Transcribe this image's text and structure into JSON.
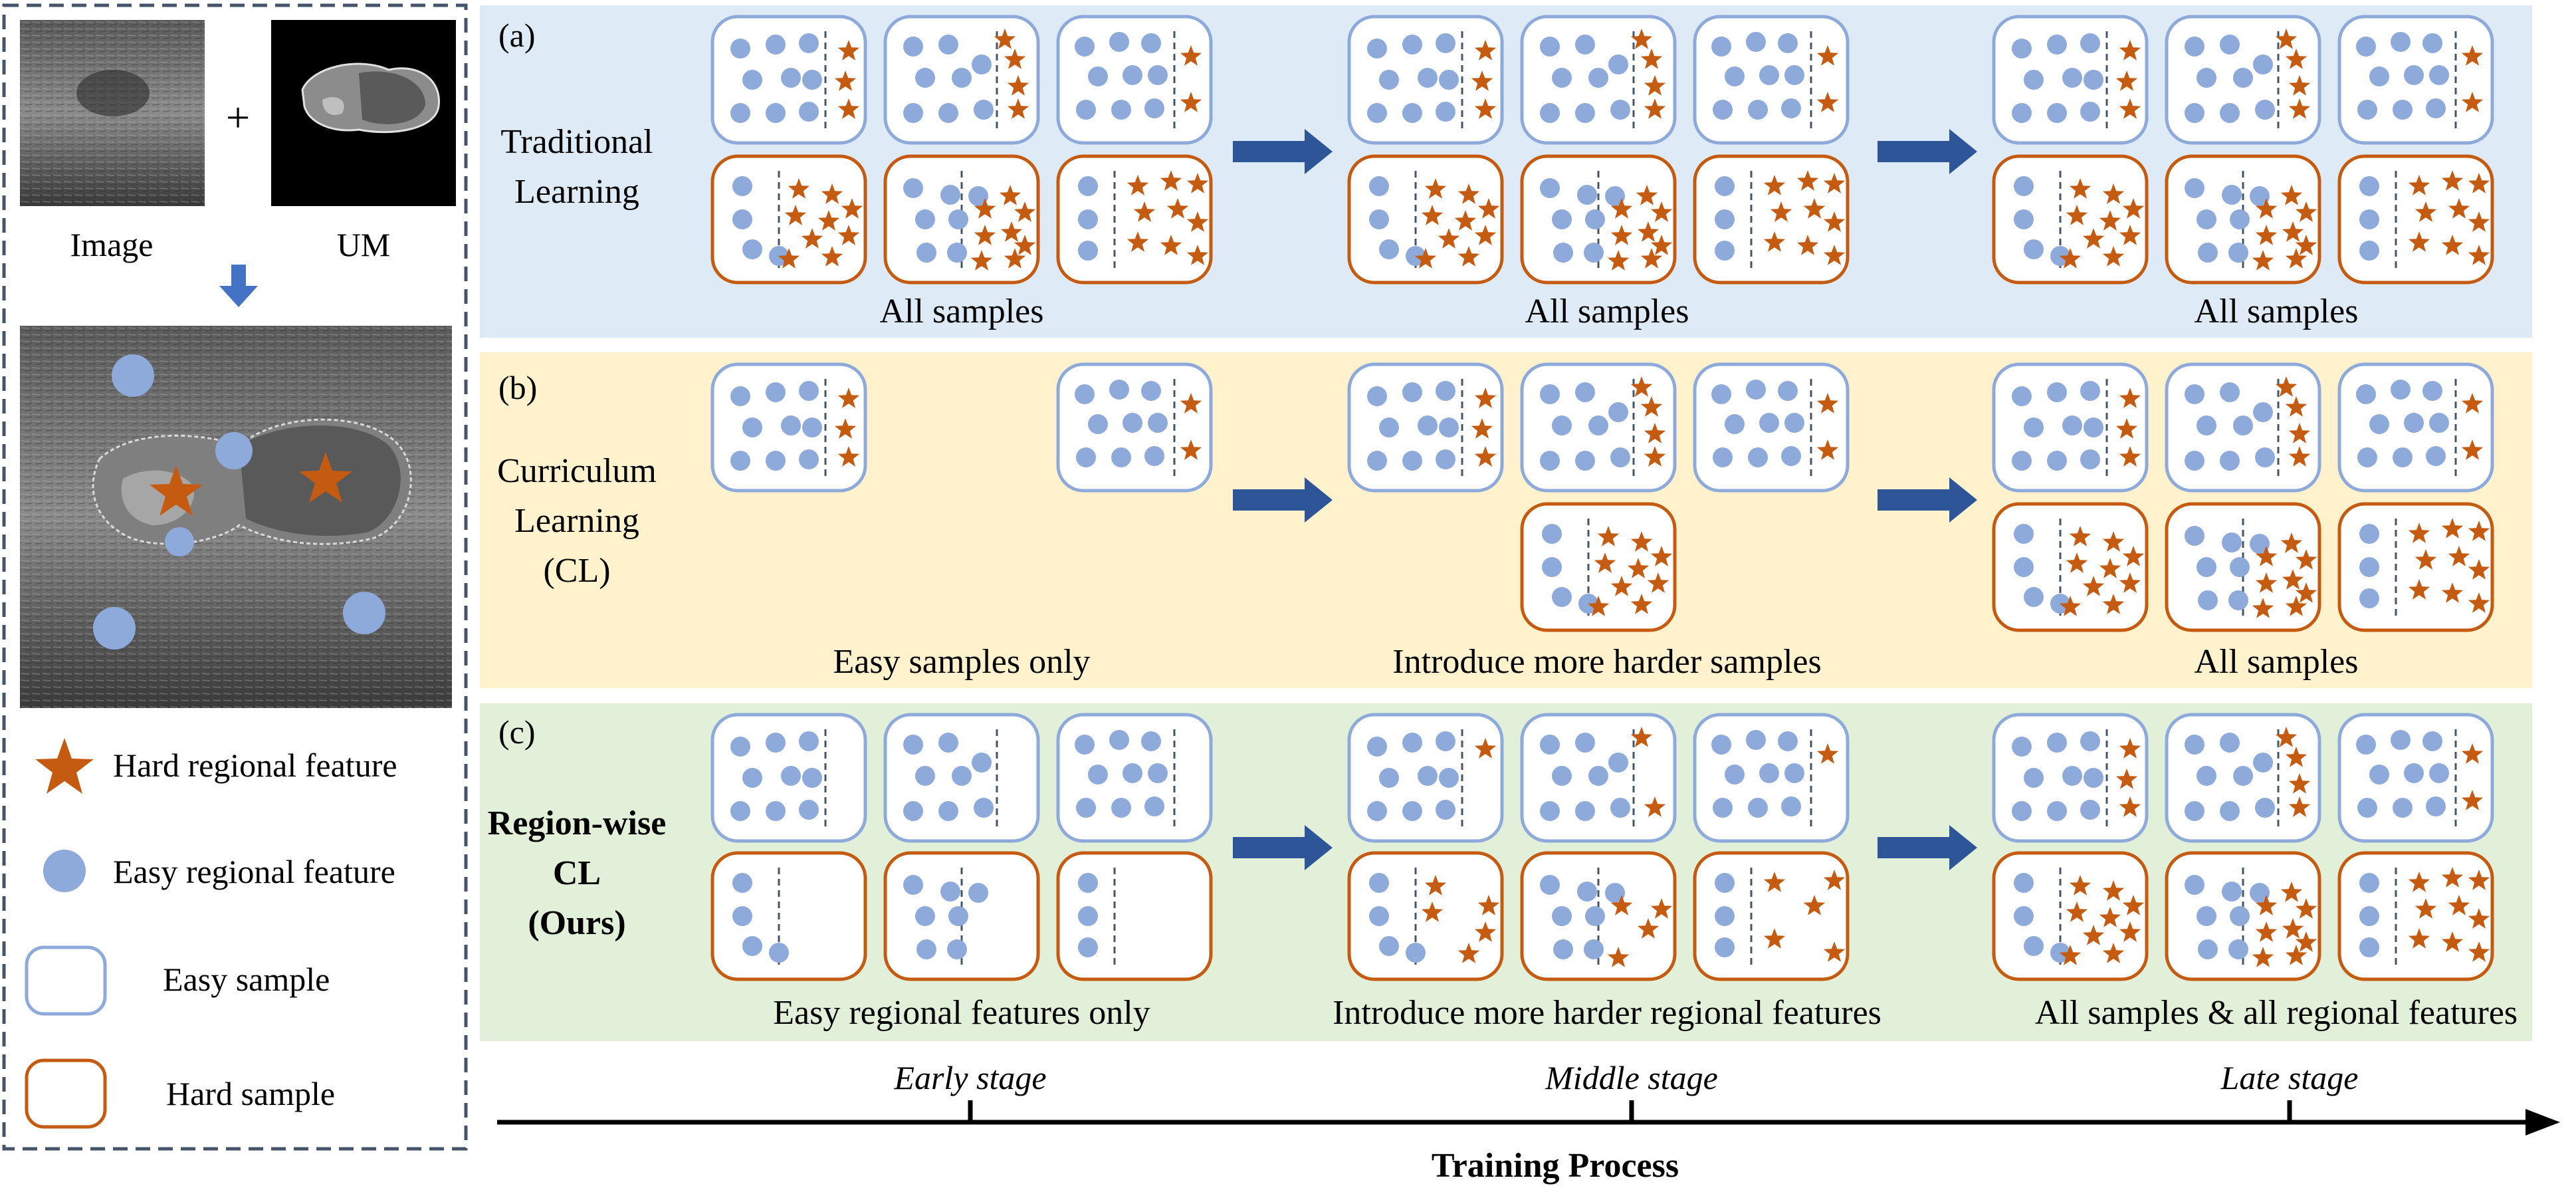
{
  "left_panel": {
    "image_label": "Image",
    "um_label": "UM",
    "plus": "+",
    "legend": {
      "hard_feature": "Hard regional feature",
      "easy_feature": "Easy regional feature",
      "easy_sample": "Easy sample",
      "hard_sample": "Hard sample"
    }
  },
  "colors": {
    "easy_border": "#8eaadb",
    "hard_border": "#c55a11",
    "dot": "#8eaadb",
    "star": "#c55a11",
    "arrow": "#2e5597",
    "band_a": "#deebf7",
    "band_b": "#fff2cc",
    "band_c": "#e2f0d9"
  },
  "rows": [
    {
      "tag": "(a)",
      "method": [
        "Traditional",
        "Learning"
      ],
      "method_bold": false,
      "captions": [
        "All samples",
        "All samples",
        "All samples"
      ]
    },
    {
      "tag": "(b)",
      "method": [
        "Curriculum",
        "Learning",
        "(CL)"
      ],
      "method_bold": false,
      "captions": [
        "Easy samples only",
        "Introduce more harder samples",
        "All samples"
      ]
    },
    {
      "tag": "(c)",
      "method": [
        "Region-wise",
        "CL",
        "(Ours)"
      ],
      "method_bold": true,
      "captions": [
        "Easy regional features only",
        "Introduce more harder regional features",
        "All samples & all regional features"
      ]
    }
  ],
  "timeline": {
    "stages": [
      "Early stage",
      "Middle stage",
      "Late stage"
    ],
    "axis_label": "Training Process"
  }
}
